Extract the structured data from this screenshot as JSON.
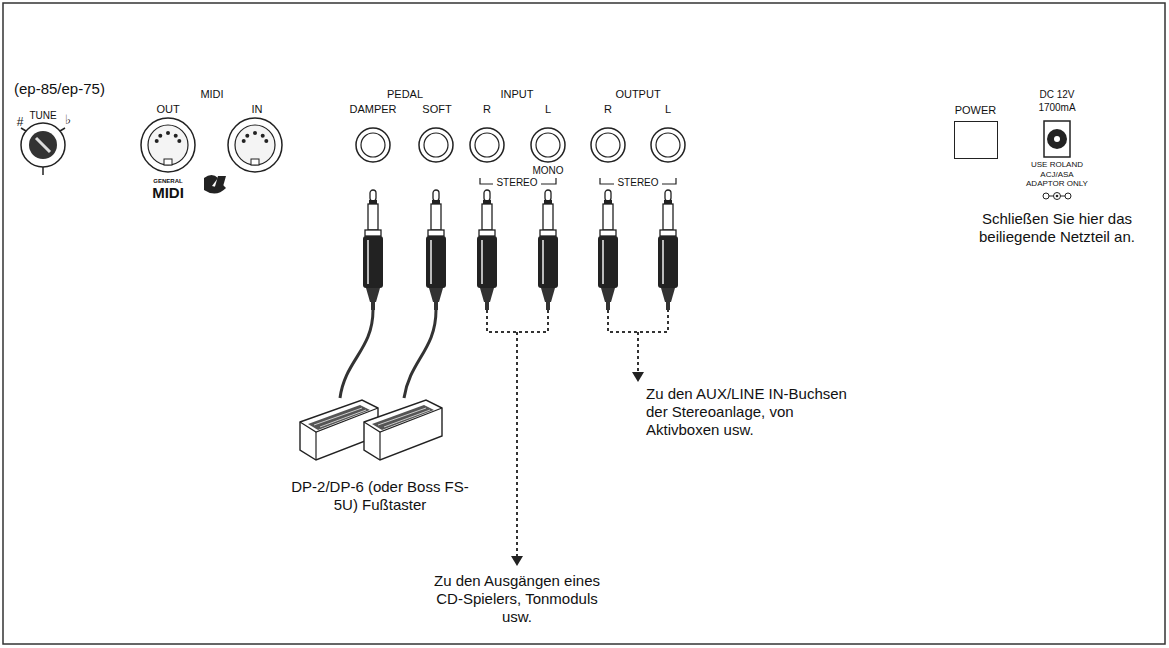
{
  "diagram": {
    "nodes": [
      {
        "text": [
          "POWER"
        ]
      }
    ],
    "labels": [
      "(ep-85/ep-75)",
      "#",
      "TUNE",
      "♭",
      "MIDI",
      "OUT",
      "IN",
      "GENERAL",
      "MIDI",
      "PEDAL",
      "DAMPER",
      "SOFT",
      "INPUT",
      "R",
      "L",
      "OUTPUT",
      "R",
      "L",
      "MONO",
      "STEREO",
      "STEREO",
      "DC 12V",
      "1700mA",
      "USE ROLAND ACJ/ASA ADAPTOR ONLY",
      "Schließen Sie hier das beiliegende Netzteil an.",
      "DP-2/DP-6 (oder Boss FS-5U) Fußtaster",
      "Zu den AUX/LINE IN-Buchsen der Stereoanlage, von Aktivboxen usw.",
      "Zu den Ausgängen eines CD-Spielers, Tonmoduls usw."
    ]
  }
}
